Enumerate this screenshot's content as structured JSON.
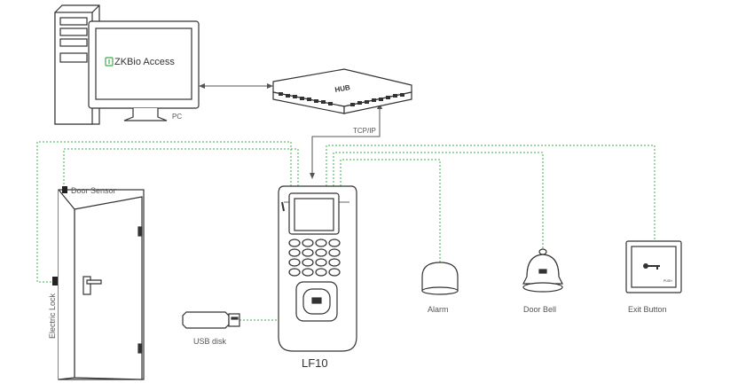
{
  "software": {
    "brand": "ZKBio Access"
  },
  "labels": {
    "pc": "PC",
    "hub": "HUB",
    "tcpip": "TCP/IP",
    "door_sensor": "Door Sensor",
    "electric_lock": "Electric Lock",
    "usb_disk": "USB disk",
    "device": "LF10",
    "alarm": "Alarm",
    "door_bell": "Door Bell",
    "exit_button": "Exit Button",
    "exit_button_plate": "PUSH"
  },
  "colors": {
    "stroke": "#333333",
    "link_green": "#3fae49",
    "brand_green": "#3fae49",
    "label_gray": "#555555"
  }
}
